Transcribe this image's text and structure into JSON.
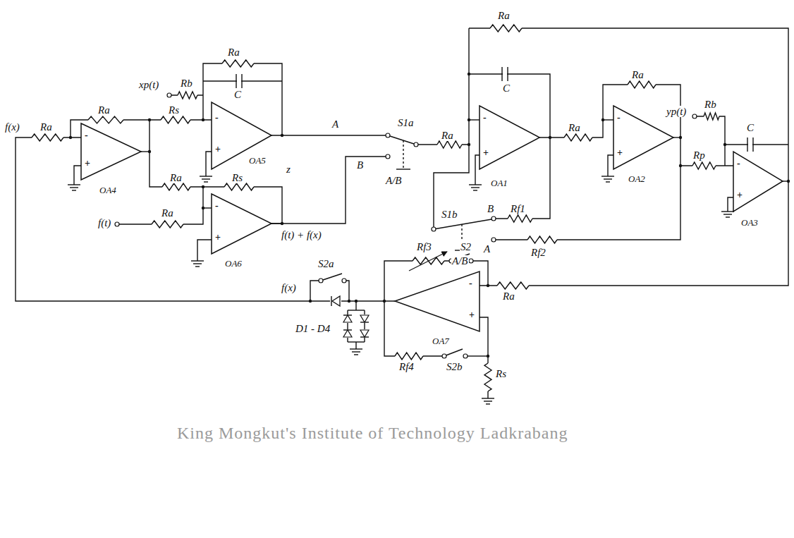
{
  "diagram": {
    "labels": [
      "f(x)",
      "Ra",
      "Ra",
      "xp(t)",
      "Rb",
      "Rs",
      "Ra",
      "C",
      "-",
      "+",
      "OA4",
      "-",
      "+",
      "OA5",
      "z",
      "A",
      "Ra",
      "Rs",
      "f(t)",
      "Ra",
      "-",
      "+",
      "OA6",
      "f(t) + f(x)",
      "B",
      "S1a",
      "A/B",
      "Ra",
      "Ra",
      "C",
      "-",
      "+",
      "OA1",
      "Ra",
      "Ra",
      "-",
      "+",
      "OA2",
      "yp(t)",
      "Rb",
      "Rp",
      "C",
      "-",
      "+",
      "OA3",
      "S1b",
      "Rf1",
      "B",
      "A",
      "Rf2",
      "A/B",
      "Ra",
      "Rf3",
      "S2",
      "-",
      "+",
      "OA7",
      "f(x)",
      "S2a",
      "D1 - D4",
      "Rf4",
      "S2b",
      "Rs",
      "King Mongkut's Institute of Technology Ladkrabang"
    ]
  }
}
